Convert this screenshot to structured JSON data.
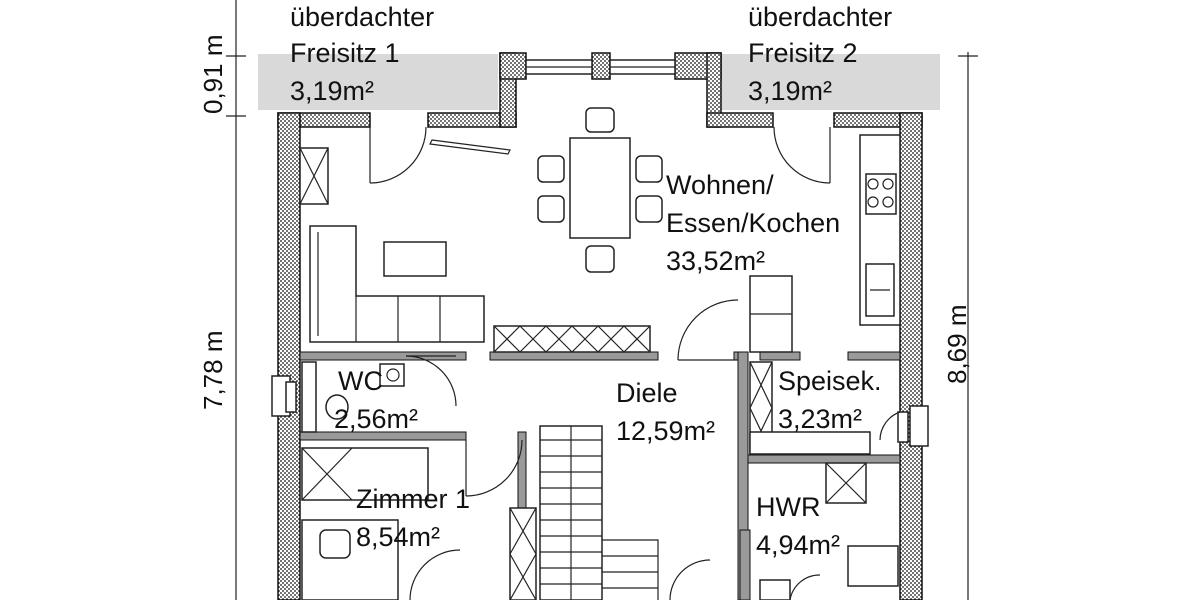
{
  "rooms": {
    "terrace1": {
      "line1": "überdachter",
      "line2": "Freisitz 1",
      "area": "3,19m²"
    },
    "terrace2": {
      "line1": "überdachter",
      "line2": "Freisitz 2",
      "area": "3,19m²"
    },
    "living": {
      "line1": "Wohnen/",
      "line2": "Essen/Kochen",
      "area": "33,52m²"
    },
    "wc": {
      "name": "WC",
      "area": "2,56m²"
    },
    "hall": {
      "name": "Diele",
      "area": "12,59m²"
    },
    "pantry": {
      "name": "Speisek.",
      "area": "3,23m²"
    },
    "bedroom": {
      "name": "Zimmer 1",
      "area": "8,54m²"
    },
    "utility": {
      "name": "HWR",
      "area": "4,94m²"
    }
  },
  "dimensions": {
    "terrace_depth": "0,91 m",
    "left_height": "7,78 m",
    "right_height": "8,69 m"
  },
  "colors": {
    "terrace_fill": "#d9d9d9",
    "wall_hatch": "#111111",
    "interior_wall": "#9a9a9a"
  }
}
